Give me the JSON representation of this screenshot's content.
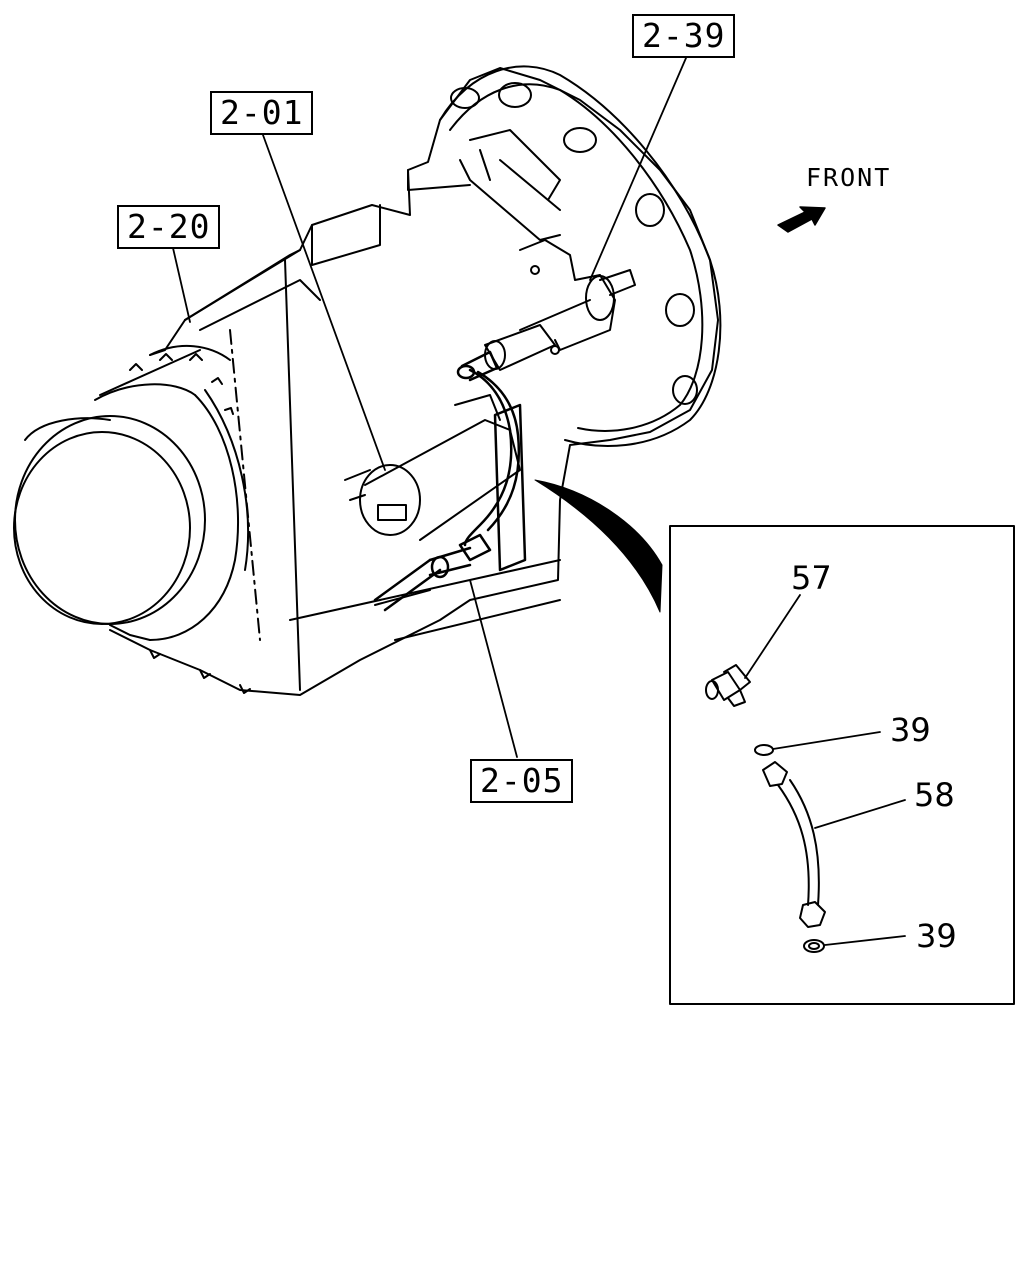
{
  "diagram": {
    "references": {
      "ref_2_39": "2-39",
      "ref_2_01": "2-01",
      "ref_2_20": "2-20",
      "ref_2_05": "2-05"
    },
    "direction": {
      "label": "FRONT",
      "icon": "arrow-icon"
    },
    "detail_parts": {
      "part_57": "57",
      "part_39_upper": "39",
      "part_58": "58",
      "part_39_lower": "39"
    },
    "colors": {
      "line": "#000000",
      "background": "#ffffff"
    }
  }
}
